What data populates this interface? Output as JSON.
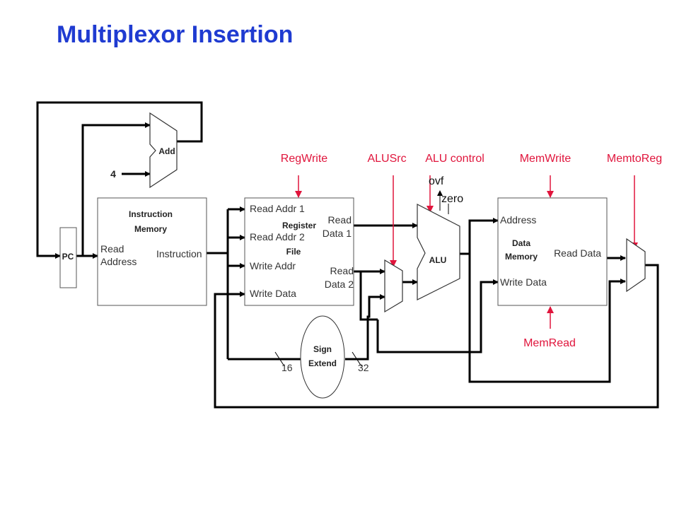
{
  "title": "Multiplexor Insertion",
  "colors": {
    "title": "#1f3bd1",
    "control": "#e0153c",
    "wire": "#000000"
  },
  "blocks": {
    "pc": "PC",
    "add": "Add",
    "constant_four": "4",
    "instruction_memory": {
      "title_line1": "Instruction",
      "title_line2": "Memory",
      "read_line1": "Read",
      "read_line2": "Address",
      "instruction": "Instruction"
    },
    "register_file": {
      "read_addr_1": "Read Addr 1",
      "read_addr_2": "Read Addr 2",
      "write_addr": "Write Addr",
      "write_data": "Write Data",
      "title_line1": "Register",
      "title_line2": "File",
      "read_data_1_line1": "Read",
      "read_data_1_line2": "Data 1",
      "read_data_2_line1": "Read",
      "read_data_2_line2": "Data 2"
    },
    "alu": {
      "label": "ALU",
      "ovf": "ovf",
      "zero": "zero"
    },
    "data_memory": {
      "address": "Address",
      "title_line1": "Data",
      "title_line2": "Memory",
      "read_data": "Read Data",
      "write_data": "Write Data"
    },
    "sign_extend": {
      "line1": "Sign",
      "line2": "Extend",
      "in_width": "16",
      "out_width": "32"
    }
  },
  "controls": {
    "reg_write": "RegWrite",
    "alu_src": "ALUSrc",
    "alu_control": "ALU control",
    "mem_write": "MemWrite",
    "memto_reg": "MemtoReg",
    "mem_read": "MemRead"
  }
}
